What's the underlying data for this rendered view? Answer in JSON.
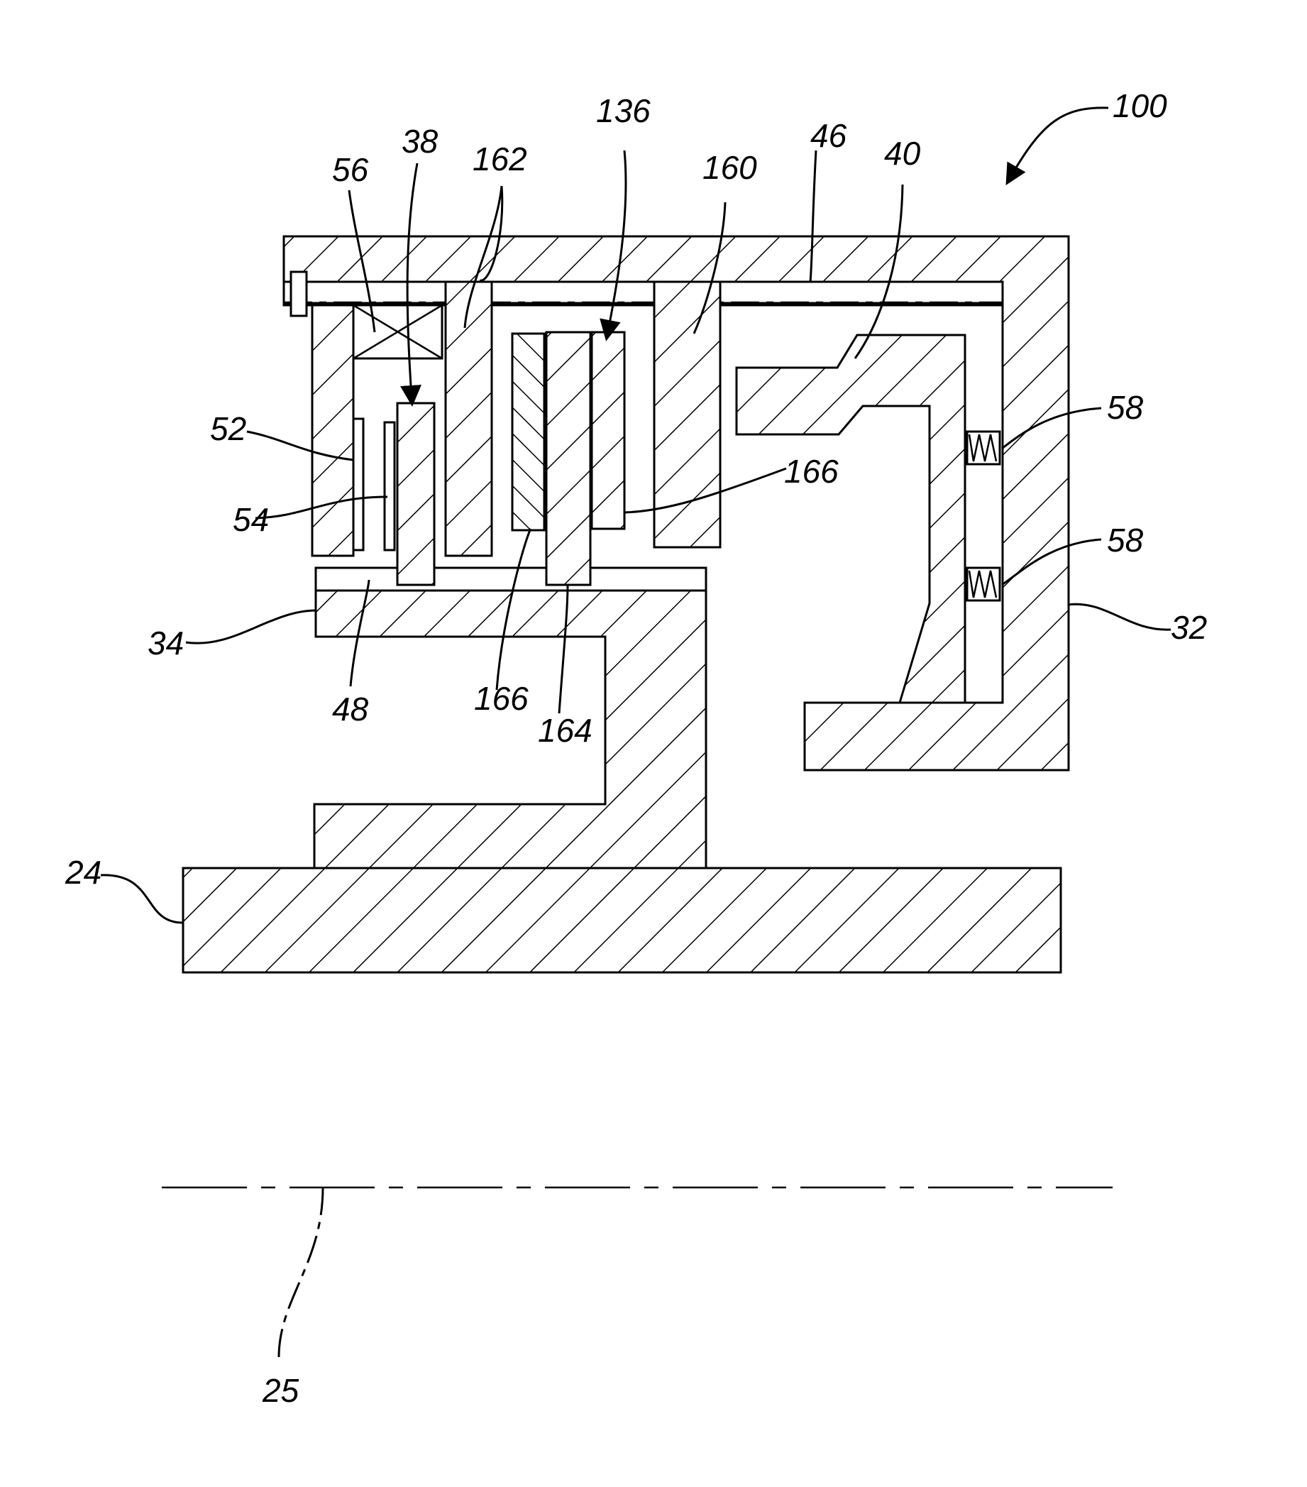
{
  "figure": {
    "labels": {
      "l100": "100",
      "l136": "136",
      "l38": "38",
      "l56": "56",
      "l162": "162",
      "l160": "160",
      "l46": "46",
      "l40": "40",
      "l52": "52",
      "l54": "54",
      "l166a": "166",
      "l58a": "58",
      "l58b": "58",
      "l34": "34",
      "l48": "48",
      "l166b": "166",
      "l164": "164",
      "l32": "32",
      "l24": "24",
      "l25": "25"
    },
    "colors": {
      "ink": "#000000",
      "paper": "#ffffff"
    }
  }
}
